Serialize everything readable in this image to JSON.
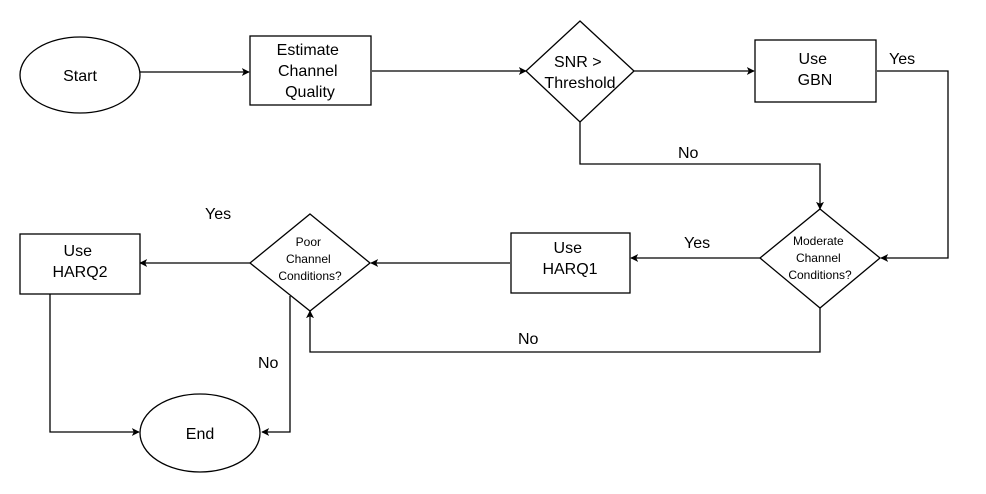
{
  "nodes": {
    "start": {
      "lines": [
        "Start"
      ]
    },
    "estimate": {
      "lines": [
        "Estimate",
        "Channel",
        "Quality"
      ]
    },
    "snr": {
      "lines": [
        "SNR >",
        "Threshold"
      ]
    },
    "gbn": {
      "lines": [
        "Use",
        "GBN"
      ]
    },
    "moderate": {
      "lines": [
        "Moderate",
        "Channel",
        "Conditions?"
      ]
    },
    "harq1": {
      "lines": [
        "Use",
        "HARQ1"
      ]
    },
    "poor": {
      "lines": [
        "Poor",
        "Channel",
        "Conditions?"
      ]
    },
    "harq2": {
      "lines": [
        "Use",
        "HARQ2"
      ]
    },
    "end": {
      "lines": [
        "End"
      ]
    }
  },
  "edges": {
    "snr_yes": "Yes",
    "snr_no": "No",
    "moderate_yes": "Yes",
    "moderate_no": "No",
    "poor_yes": "Yes",
    "poor_no": "No"
  },
  "colors": {
    "stroke": "#000000",
    "fill": "#ffffff",
    "text": "#000000"
  }
}
